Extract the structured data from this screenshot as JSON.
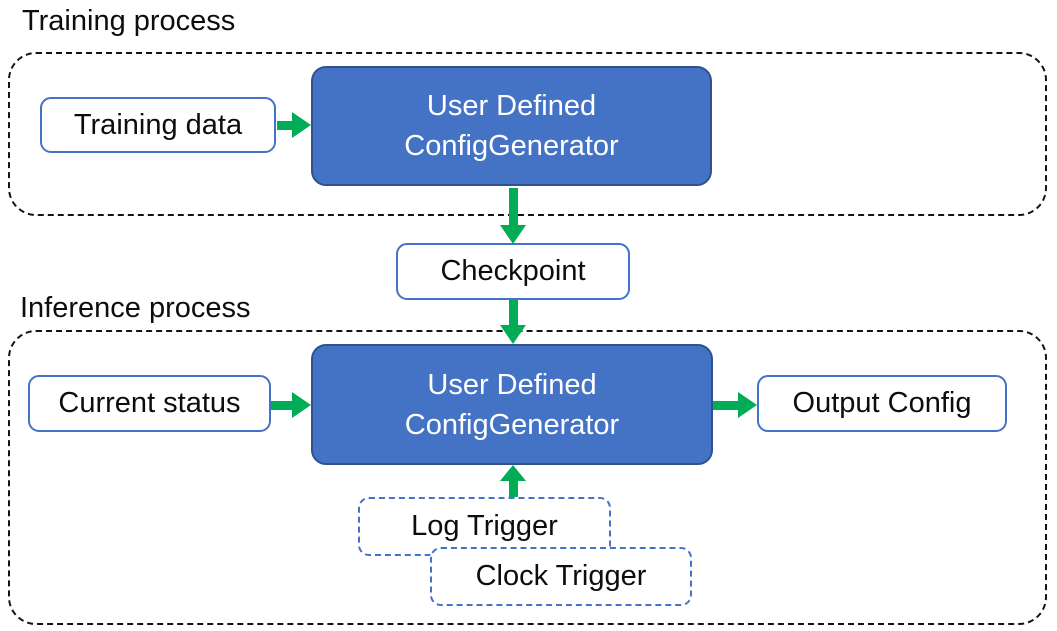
{
  "training": {
    "label": "Training process",
    "input_label": "Training data",
    "generator": {
      "line1": "User Defined",
      "line2": "ConfigGenerator"
    }
  },
  "checkpoint": {
    "label": "Checkpoint"
  },
  "inference": {
    "label": "Inference process",
    "input_label": "Current status",
    "generator": {
      "line1": "User Defined",
      "line2": "ConfigGenerator"
    },
    "output_label": "Output Config",
    "triggers": [
      {
        "label": "Log Trigger"
      },
      {
        "label": "Clock Trigger"
      }
    ]
  },
  "arrows": [
    {
      "name": "training-data-to-generator",
      "direction": "right"
    },
    {
      "name": "generator-to-checkpoint",
      "direction": "down"
    },
    {
      "name": "checkpoint-to-generator",
      "direction": "down"
    },
    {
      "name": "current-status-to-generator",
      "direction": "right"
    },
    {
      "name": "generator-to-output-config",
      "direction": "right"
    },
    {
      "name": "triggers-to-generator",
      "direction": "up"
    }
  ],
  "colors": {
    "node_fill": "#4472C4",
    "node_border": "#2F528F",
    "outline_blue": "#4472C4",
    "arrow_green": "#00AD56",
    "dash_black": "#141414",
    "text_dark": "#0D0D0D",
    "text_light": "#FFFFFF"
  }
}
